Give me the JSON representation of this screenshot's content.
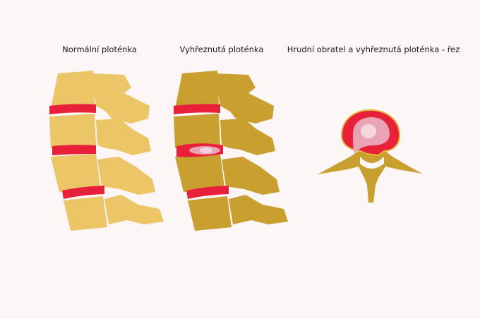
{
  "captions": {
    "normal": "Normální ploténka",
    "herniated": "Vyhřeznutá ploténka",
    "section": "Hrudní obratel a vyhřeznutá ploténka - řez"
  },
  "colors": {
    "background": "#fdf6f6",
    "bone_light": "#ecc566",
    "bone_dark": "#c9a030",
    "disc": "#e8203a",
    "nucleus": "#e9a4b4",
    "nucleus_core": "#f4d6dc"
  }
}
